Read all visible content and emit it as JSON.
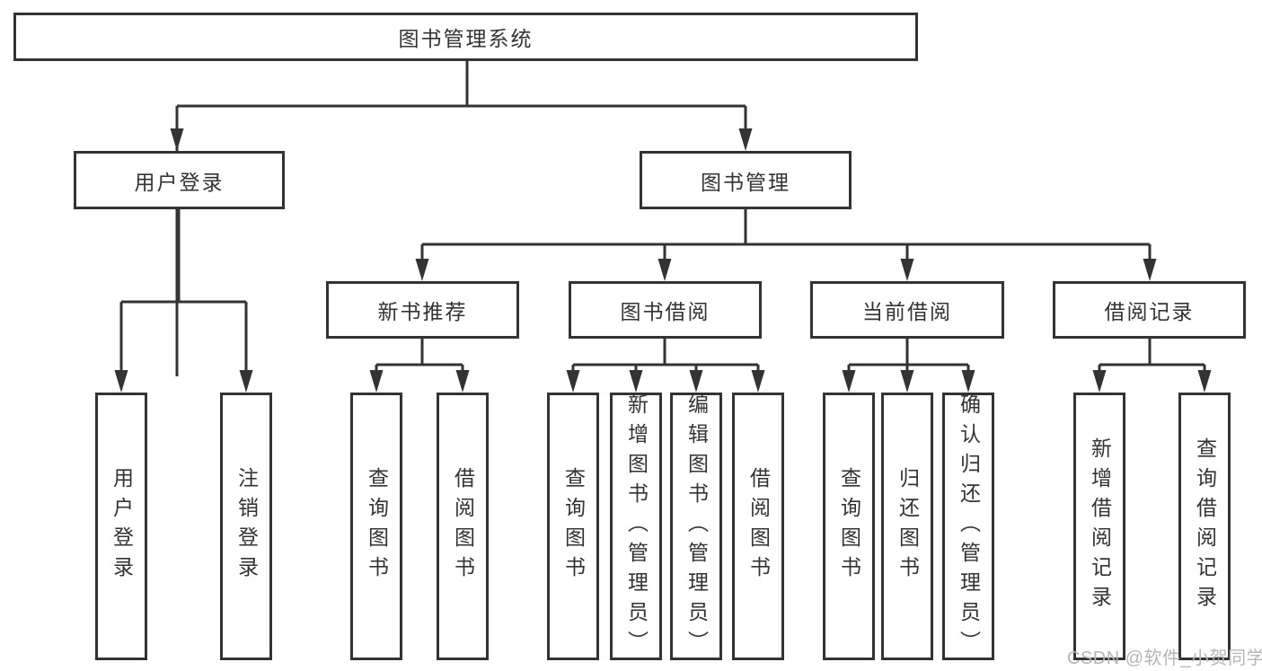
{
  "diagram": {
    "root": {
      "label": "图书管理系统"
    },
    "level2": [
      {
        "label": "用户登录"
      },
      {
        "label": "图书管理"
      }
    ],
    "level3": [
      {
        "label": "新书推荐"
      },
      {
        "label": "图书借阅"
      },
      {
        "label": "当前借阅"
      },
      {
        "label": "借阅记录"
      }
    ],
    "leaves": [
      {
        "label": "用户登录"
      },
      {
        "label": "注销登录"
      },
      {
        "label": "查询图书"
      },
      {
        "label": "借阅图书"
      },
      {
        "label": "查询图书"
      },
      {
        "label": "新增图书（管理员）"
      },
      {
        "label": "编辑图书（管理员）"
      },
      {
        "label": "借阅图书"
      },
      {
        "label": "查询图书"
      },
      {
        "label": "归还图书"
      },
      {
        "label": "确认归还（管理员）"
      },
      {
        "label": "新增借阅记录"
      },
      {
        "label": "查询借阅记录"
      }
    ]
  },
  "watermark": "CSDN @软件_小贺同学",
  "colors": {
    "line": "#333333",
    "text": "#333333",
    "box_background": "#ffffff",
    "watermark": "#b3b6b9",
    "page_background": "#ffffff"
  }
}
